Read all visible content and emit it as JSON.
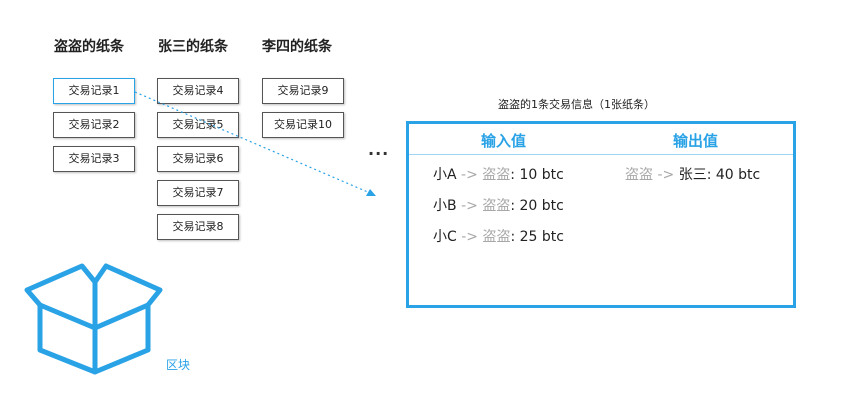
{
  "columns": [
    {
      "title": "盗盗的纸条",
      "records": [
        "交易记录1",
        "交易记录2",
        "交易记录3"
      ]
    },
    {
      "title": "张三的纸条",
      "records": [
        "交易记录4",
        "交易记录5",
        "交易记录6",
        "交易记录7",
        "交易记录8"
      ]
    },
    {
      "title": "李四的纸条",
      "records": [
        "交易记录9",
        "交易记录10"
      ]
    }
  ],
  "ellipsis": "...",
  "paper": {
    "caption": "盗盗的1条交易信息（1张纸条）",
    "input_header": "输入值",
    "output_header": "输出值",
    "inputs": [
      {
        "from": "小A",
        "arrow": "->",
        "to": "盗盗",
        "amount": ": 10 btc"
      },
      {
        "from": "小B",
        "arrow": "->",
        "to": "盗盗",
        "amount": ": 20 btc"
      },
      {
        "from": "小C",
        "arrow": "->",
        "to": "盗盗",
        "amount": ": 25 btc"
      }
    ],
    "outputs": [
      {
        "from": "盗盗",
        "arrow": "->",
        "to": "张三",
        "amount": ": 40 btc"
      }
    ]
  },
  "block_label": "区块",
  "colors": {
    "accent": "#2aa2e6",
    "muted_text": "#a8a8a8",
    "record_border": "#555555"
  },
  "icons": {
    "block": "box-icon",
    "connector": "dotted-arrow"
  }
}
